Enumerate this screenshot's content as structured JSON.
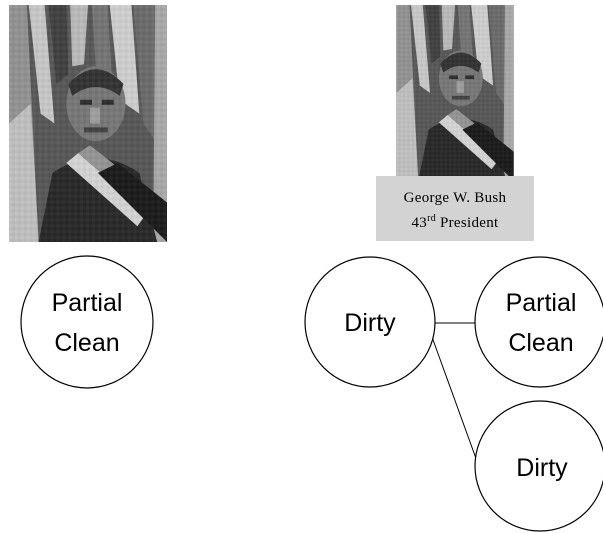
{
  "left_panel": {
    "node": {
      "line1": "Partial",
      "line2": "Clean"
    }
  },
  "right_panel": {
    "caption": {
      "name": "George W. Bush",
      "ordinal_number": "43",
      "ordinal_suffix": "rd",
      "title_word": "President"
    },
    "root_node": {
      "label": "Dirty"
    },
    "child_top": {
      "line1": "Partial",
      "line2": "Clean"
    },
    "child_bottom": {
      "label": "Dirty"
    }
  },
  "colors": {
    "caption_background": "#d3d3d3",
    "node_stroke": "#000000",
    "node_fill": "#ffffff",
    "edge": "#000000"
  }
}
